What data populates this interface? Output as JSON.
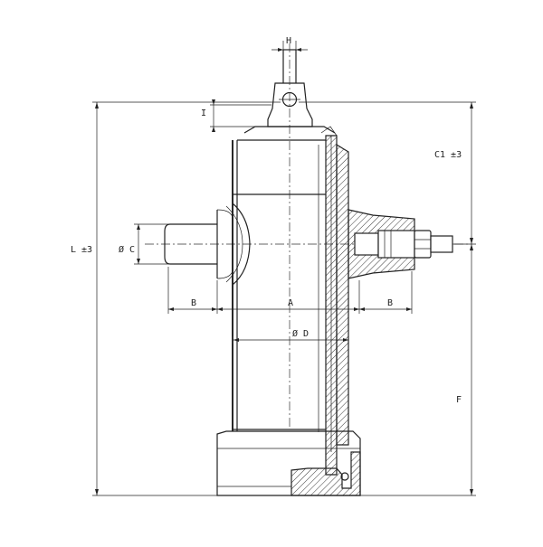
{
  "drawing": {
    "labels": {
      "H": "H",
      "I": "I",
      "C1": "C1 ±3",
      "L": "L ±3",
      "C": "Ø C",
      "B_left": "B",
      "A": "A",
      "B_right": "B",
      "D": "Ø D",
      "F": "F"
    }
  }
}
